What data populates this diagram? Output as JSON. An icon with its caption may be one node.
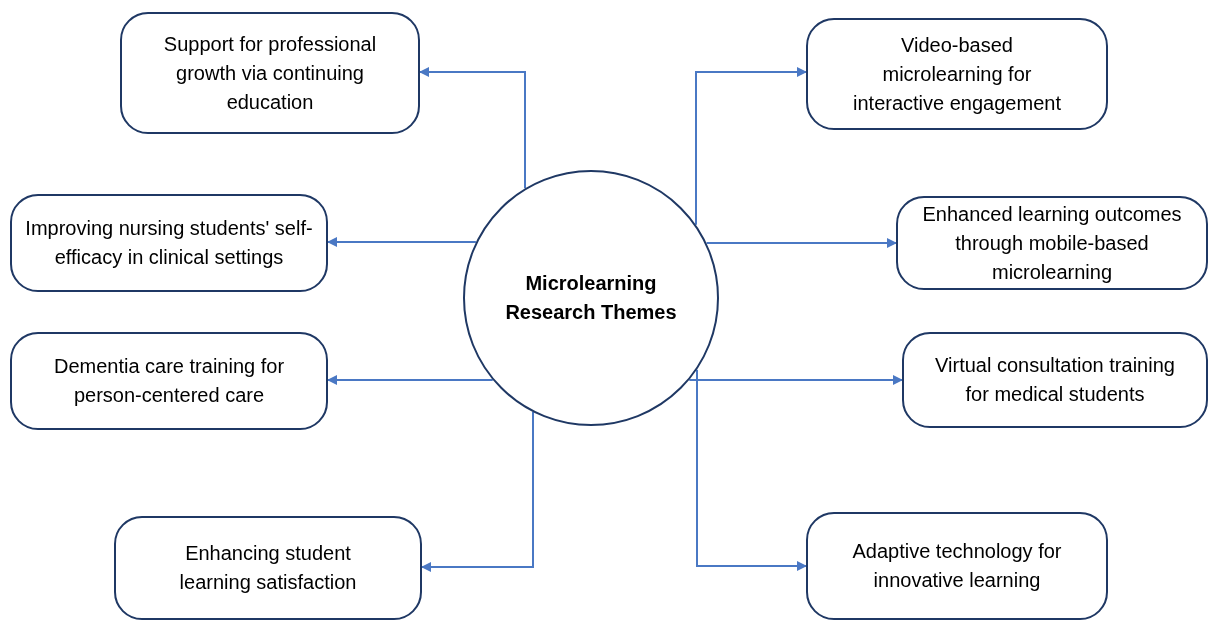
{
  "diagram": {
    "nodes": [
      {
        "text": [
          "Microlearning Research Themes"
        ]
      },
      {
        "text": [
          "Support for professional growth via continuing education"
        ]
      },
      {
        "text": [
          "Video-based microlearning for interactive engagement"
        ]
      },
      {
        "text": [
          "Improving nursing students' self-efficacy in clinical settings"
        ]
      },
      {
        "text": [
          "Enhanced learning outcomes through mobile-based microlearning"
        ]
      },
      {
        "text": [
          "Dementia care training for person-centered care"
        ]
      },
      {
        "text": [
          "Virtual consultation training for medical students"
        ]
      },
      {
        "text": [
          "Enhancing student learning satisfaction"
        ]
      },
      {
        "text": [
          "Adaptive technology for innovative learning"
        ]
      }
    ],
    "edges": [
      {
        "from": 0,
        "to": 1,
        "arrow": "to"
      },
      {
        "from": 0,
        "to": 2,
        "arrow": "to"
      },
      {
        "from": 0,
        "to": 3,
        "arrow": "to"
      },
      {
        "from": 0,
        "to": 4,
        "arrow": "to"
      },
      {
        "from": 0,
        "to": 5,
        "arrow": "to"
      },
      {
        "from": 0,
        "to": 6,
        "arrow": "to"
      },
      {
        "from": 0,
        "to": 7,
        "arrow": "to"
      },
      {
        "from": 0,
        "to": 8,
        "arrow": "to"
      }
    ]
  }
}
